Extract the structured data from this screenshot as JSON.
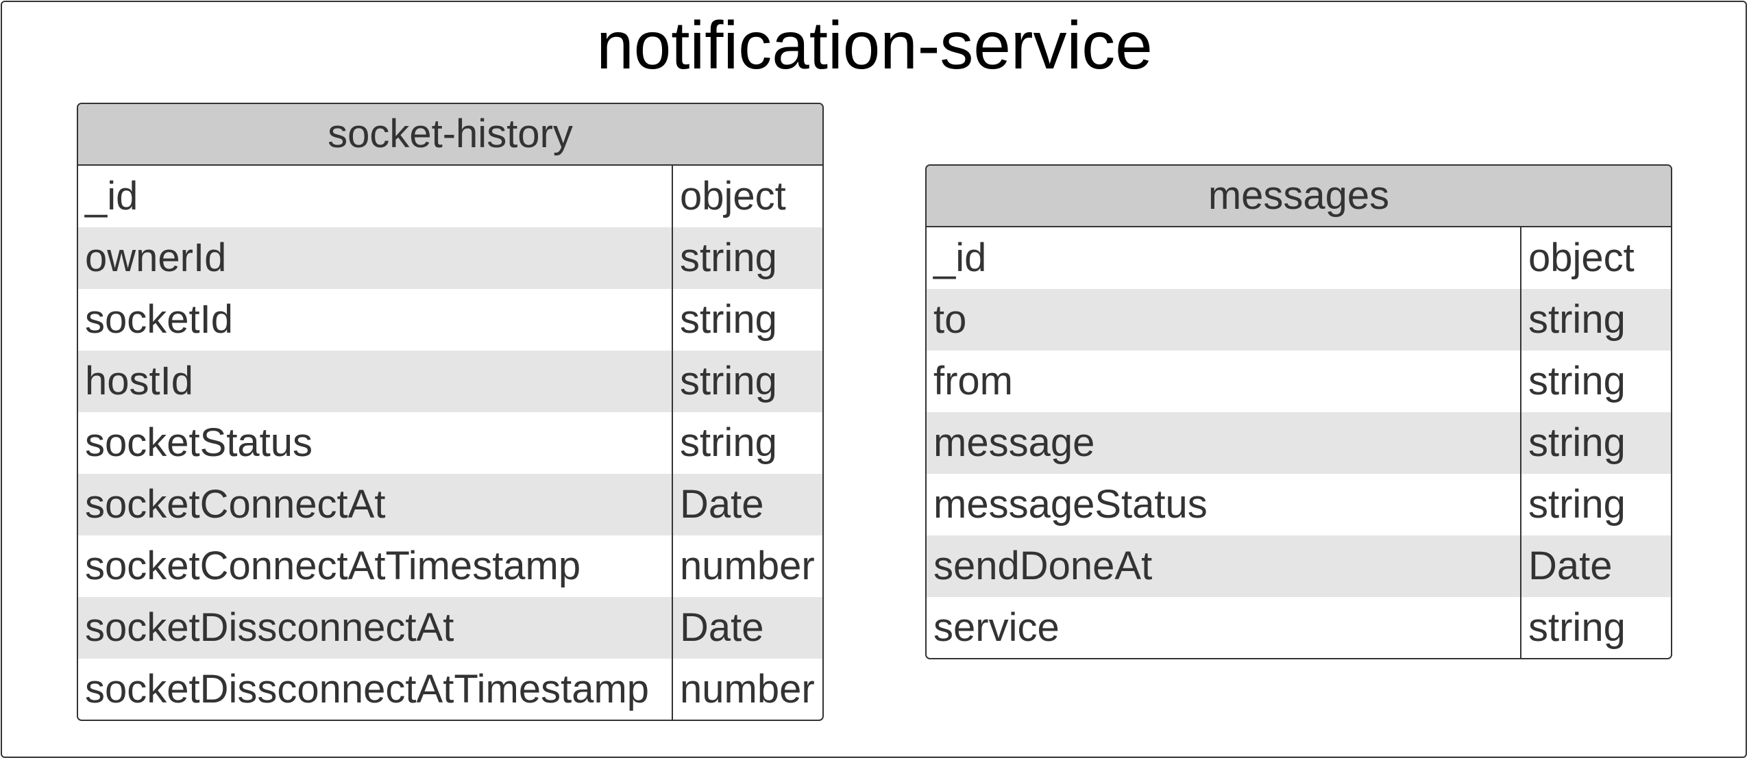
{
  "diagram": {
    "title": "notification-service",
    "entities": [
      {
        "name": "socket-history",
        "fields": [
          {
            "name": "_id",
            "type": "object"
          },
          {
            "name": "ownerId",
            "type": "string"
          },
          {
            "name": "socketId",
            "type": "string"
          },
          {
            "name": "hostId",
            "type": "string"
          },
          {
            "name": "socketStatus",
            "type": "string"
          },
          {
            "name": "socketConnectAt",
            "type": "Date"
          },
          {
            "name": "socketConnectAtTimestamp",
            "type": "number"
          },
          {
            "name": "socketDissconnectAt",
            "type": "Date"
          },
          {
            "name": "socketDissconnectAtTimestamp",
            "type": "number"
          }
        ]
      },
      {
        "name": "messages",
        "fields": [
          {
            "name": "_id",
            "type": "object"
          },
          {
            "name": "to",
            "type": "string"
          },
          {
            "name": "from",
            "type": "string"
          },
          {
            "name": "message",
            "type": "string"
          },
          {
            "name": "messageStatus",
            "type": "string"
          },
          {
            "name": "sendDoneAt",
            "type": "Date"
          },
          {
            "name": "service",
            "type": "string"
          }
        ]
      }
    ]
  }
}
